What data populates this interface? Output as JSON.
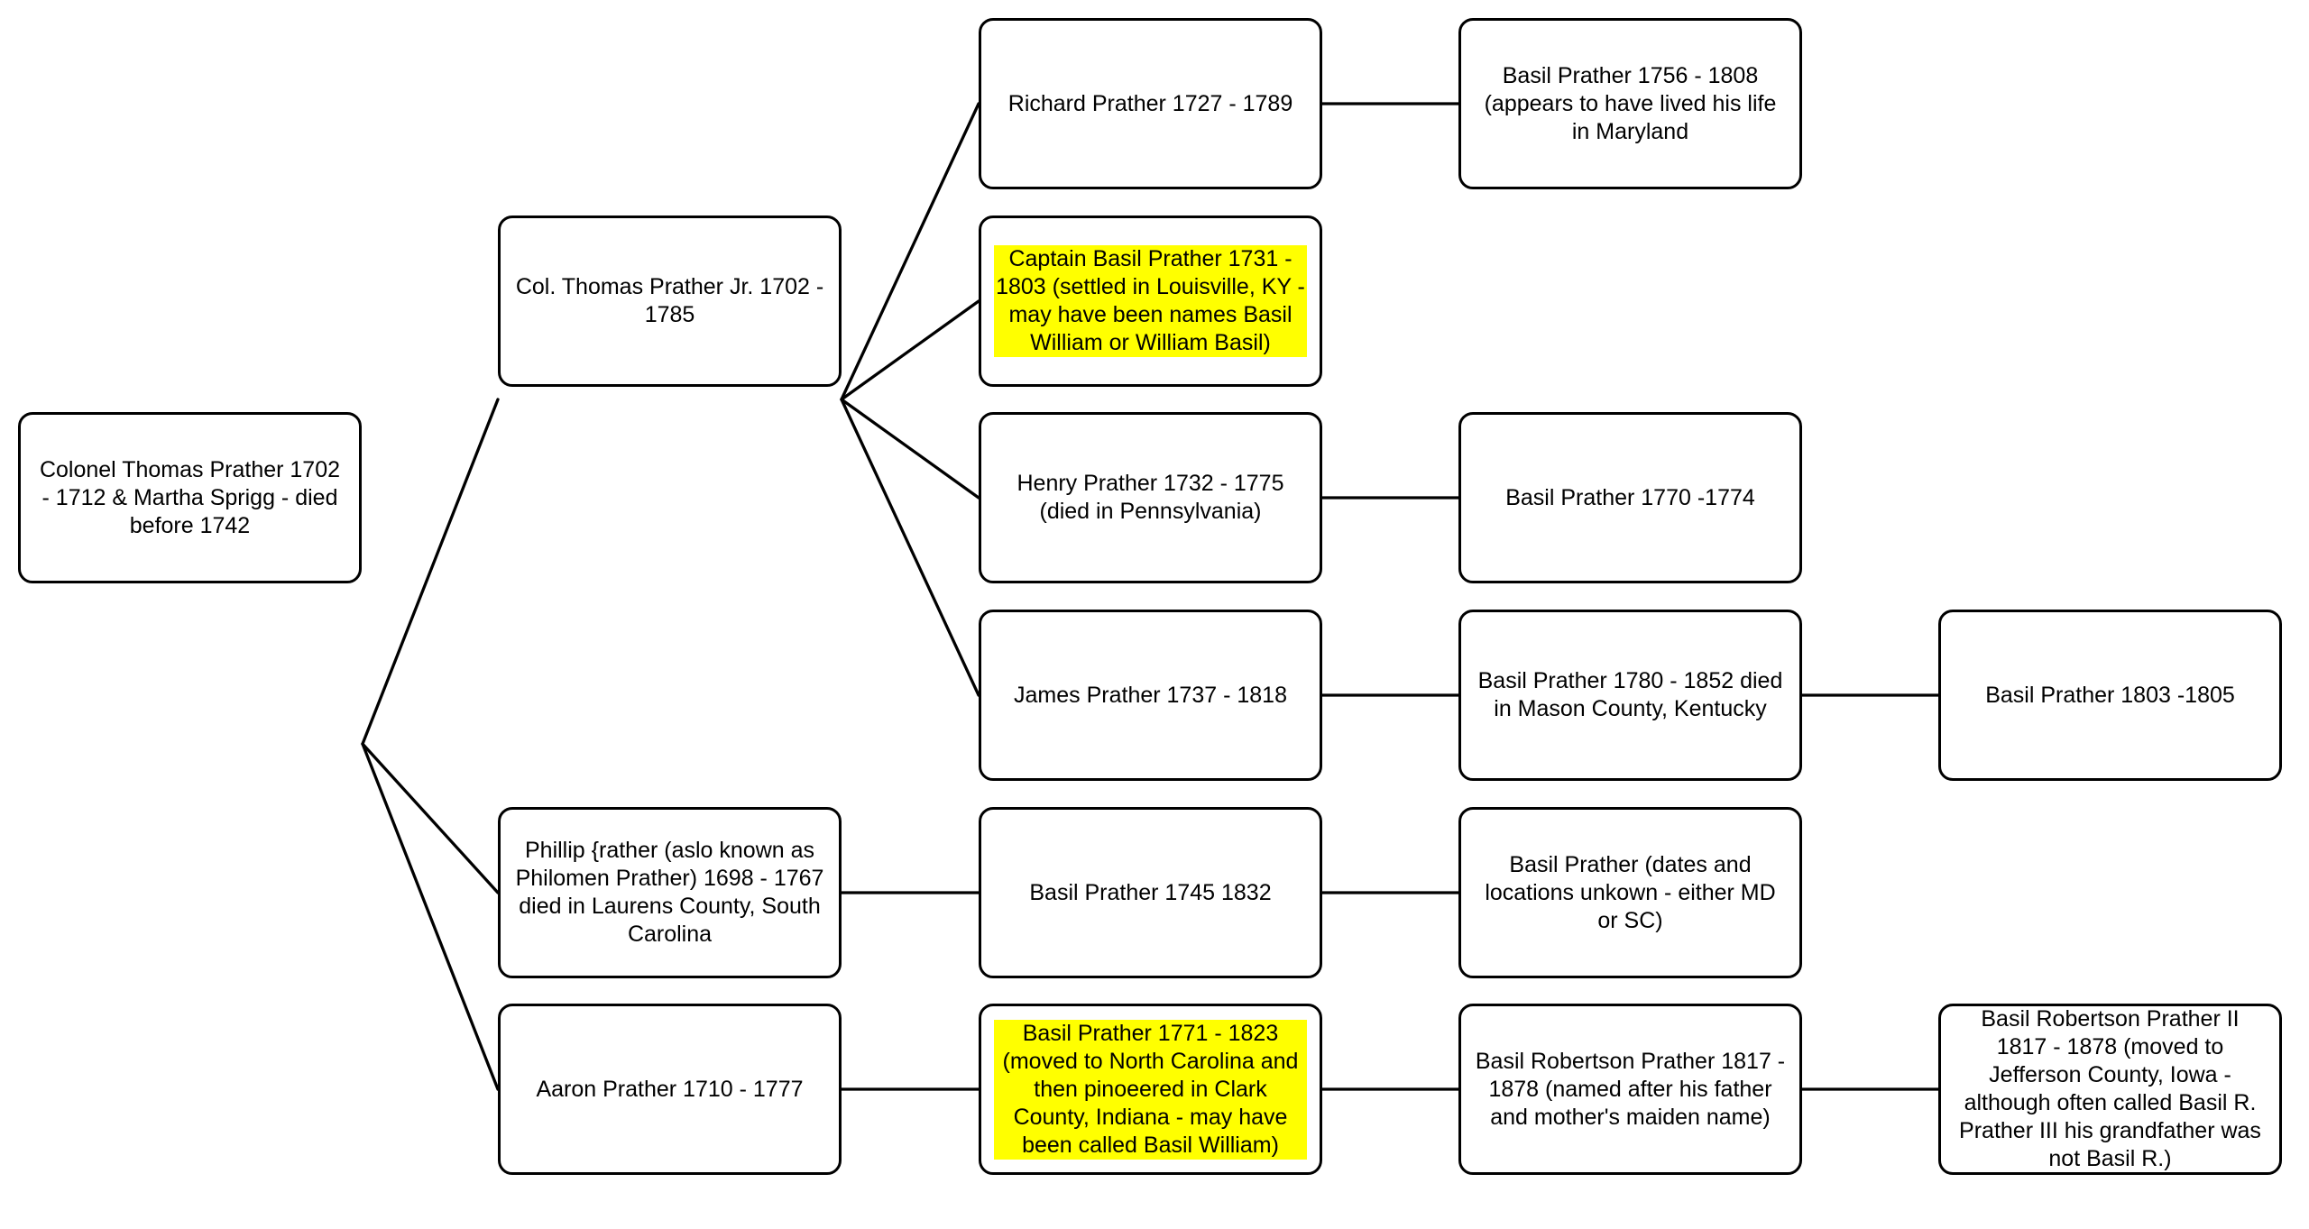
{
  "nodes": {
    "colonel_thomas": "Colonel Thomas Prather 1702 - 1712 & Martha Sprigg - died before 1742",
    "thomas_jr": "Col. Thomas Prather Jr. 1702 - 1785",
    "phillip": "Phillip {rather (aslo known as Philomen Prather) 1698 - 1767 died in Laurens County, South Carolina",
    "aaron": "Aaron Prather 1710 - 1777",
    "richard": "Richard Prather 1727 - 1789",
    "captain_basil": "Captain Basil Prather 1731 - 1803 (settled in Louisville, KY - may have been names Basil William or William Basil)",
    "henry": "Henry Prather 1732 - 1775 (died in Pennsylvania)",
    "james": "James Prather 1737 - 1818",
    "basil_1745": "Basil Prather 1745 1832",
    "basil_1771": "Basil  Prather 1771 - 1823 (moved to North Carolina and then pinoeered in Clark County, Indiana - may have been called Basil William)",
    "basil_1756": "Basil Prather 1756 - 1808 (appears to have lived his life in Maryland",
    "basil_1770": "Basil Prather 1770 -1774",
    "basil_1780": "Basil Prather 1780 - 1852 died in Mason County, Kentucky",
    "basil_unknown": "Basil Prather (dates and locations unkown - either MD or SC)",
    "basil_robertson": "Basil Robertson Prather 1817 - 1878 (named after his father and mother's maiden name)",
    "basil_1803": "Basil Prather 1803 -1805",
    "basil_robertson_ii": "Basil Robertson Prather II 1817 - 1878 (moved to Jefferson County, Iowa - although often called Basil R. Prather III his grandfather was not Basil R.)"
  },
  "highlight_color": "#ffff00",
  "line_color": "#000000",
  "box_border_color": "#000000"
}
